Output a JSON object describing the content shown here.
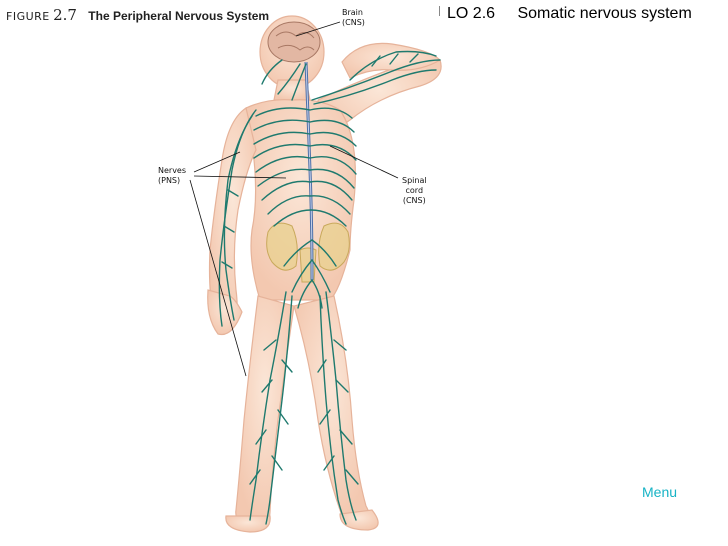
{
  "figure": {
    "label": "FIGURE",
    "number": "2.7",
    "title": "The Peripheral Nervous System"
  },
  "slide": {
    "lo": "LO 2.6",
    "title": "Somatic nervous system"
  },
  "callouts": {
    "brain": [
      "Brain",
      "(CNS)"
    ],
    "nerves": [
      "Nerves",
      "(PNS)"
    ],
    "spinal_cord": [
      "Spinal",
      "cord",
      "(CNS)"
    ]
  },
  "nav": {
    "menu_label": "Menu"
  },
  "colors": {
    "skin": "#f8d9c4",
    "skin_outline": "#e9b9a1",
    "nerve": "#1f7a6e",
    "pelvis": "#e7cf8a",
    "menu": "#17b3c5"
  }
}
